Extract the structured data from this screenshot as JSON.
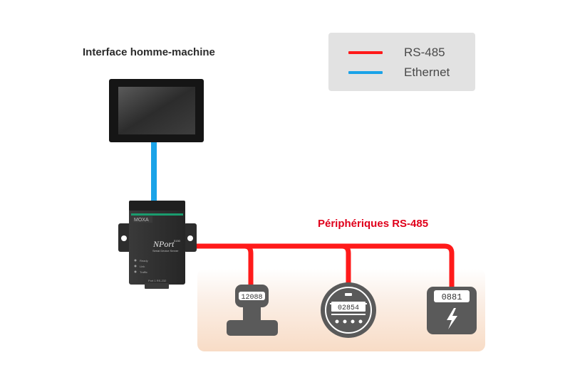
{
  "legend": {
    "items": [
      {
        "label": "RS-485",
        "color": "#ff1a1a"
      },
      {
        "label": "Ethernet",
        "color": "#1aa3e8"
      }
    ]
  },
  "hmi": {
    "label": "Interface homme-machine"
  },
  "server": {
    "brand": "MOXA",
    "model": "NPort",
    "model_suffix": "5150",
    "subtitle": "Serial Device Server",
    "leds": [
      "Ready",
      "Link",
      "Traffic"
    ],
    "port_label": "Port 1   RS-232"
  },
  "bus": {
    "label": "Périphériques RS-485",
    "color": "#ff1a1a"
  },
  "devices": [
    {
      "type": "water-meter",
      "reading": "12088"
    },
    {
      "type": "gas-meter",
      "reading": "02854"
    },
    {
      "type": "power-meter",
      "reading": "0881"
    }
  ],
  "colors": {
    "panel_gradient_top": "#f7ede6",
    "panel_gradient_bottom": "#fbe3d2"
  }
}
